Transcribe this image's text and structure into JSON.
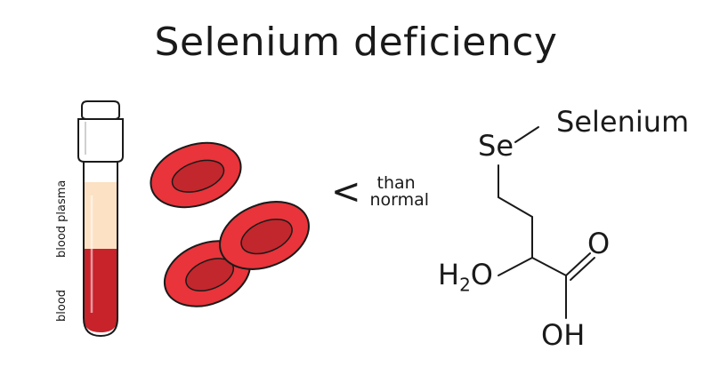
{
  "title": "Selenium deficiency",
  "tube": {
    "plasma_label": "blood plasma",
    "blood_label": "blood"
  },
  "comparison": {
    "symbol": "<",
    "line1": "than",
    "line2": "normal"
  },
  "molecule": {
    "element_label": "Selenium",
    "se": "Se",
    "h": "H",
    "h_sub": "2",
    "o_hydroxyl": "O",
    "o_carbonyl": "O",
    "oh": "OH"
  },
  "colors": {
    "blood": "#c8222a",
    "plasma": "#fde1c4",
    "cell": "#e8343a",
    "cell_center": "#c1272d",
    "outline": "#1a1a1a"
  }
}
